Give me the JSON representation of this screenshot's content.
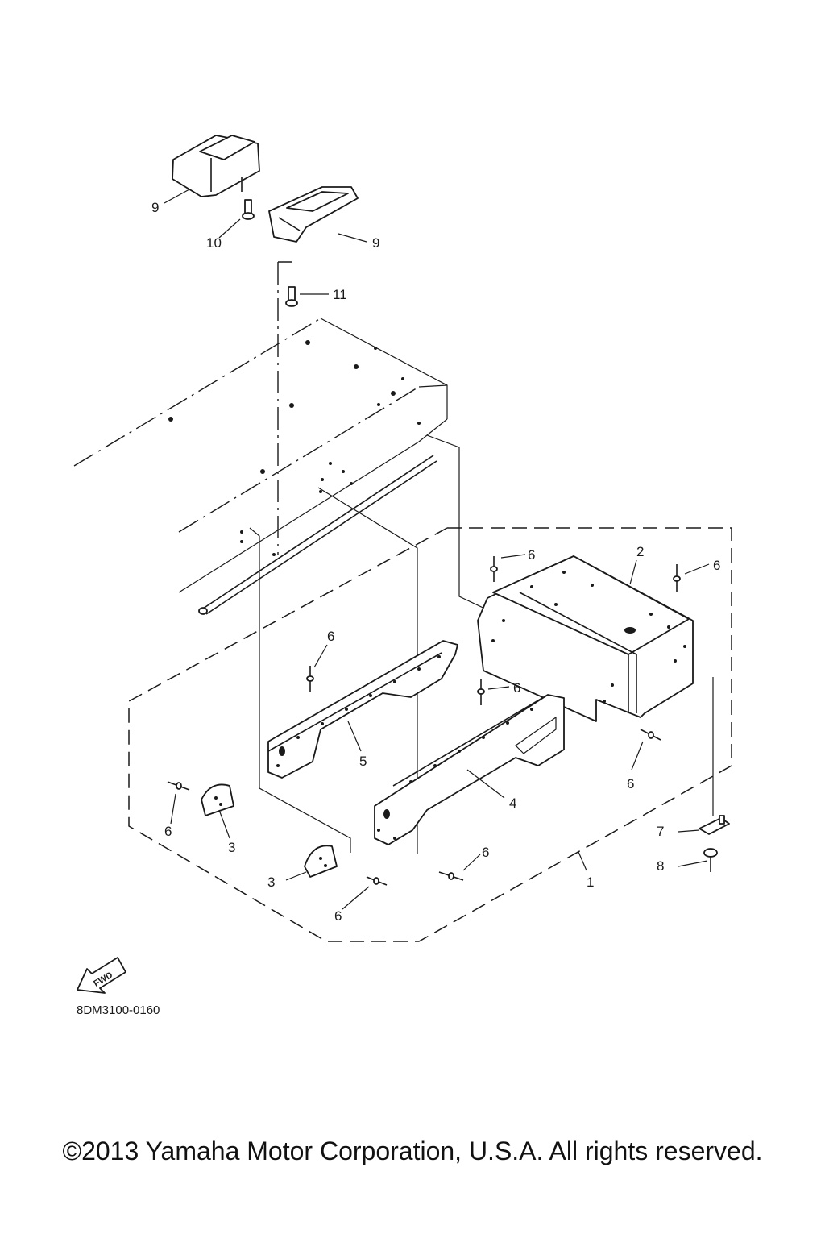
{
  "diagram": {
    "callouts": [
      {
        "id": "c1",
        "label": "1"
      },
      {
        "id": "c2",
        "label": "2"
      },
      {
        "id": "c3a",
        "label": "3"
      },
      {
        "id": "c3b",
        "label": "3"
      },
      {
        "id": "c4",
        "label": "4"
      },
      {
        "id": "c5",
        "label": "5"
      },
      {
        "id": "c6a",
        "label": "6"
      },
      {
        "id": "c6b",
        "label": "6"
      },
      {
        "id": "c6c",
        "label": "6"
      },
      {
        "id": "c6d",
        "label": "6"
      },
      {
        "id": "c6e",
        "label": "6"
      },
      {
        "id": "c6f",
        "label": "6"
      },
      {
        "id": "c6g",
        "label": "6"
      },
      {
        "id": "c6h",
        "label": "6"
      },
      {
        "id": "c7",
        "label": "7"
      },
      {
        "id": "c8",
        "label": "8"
      },
      {
        "id": "c9a",
        "label": "9"
      },
      {
        "id": "c9b",
        "label": "9"
      },
      {
        "id": "c10",
        "label": "10"
      },
      {
        "id": "c11",
        "label": "11"
      }
    ],
    "direction_marker": "FWD",
    "figure_code": "8DM3100-0160"
  },
  "footer": {
    "copyright": "©2013 Yamaha Motor Corporation, U.S.A. All rights reserved."
  }
}
